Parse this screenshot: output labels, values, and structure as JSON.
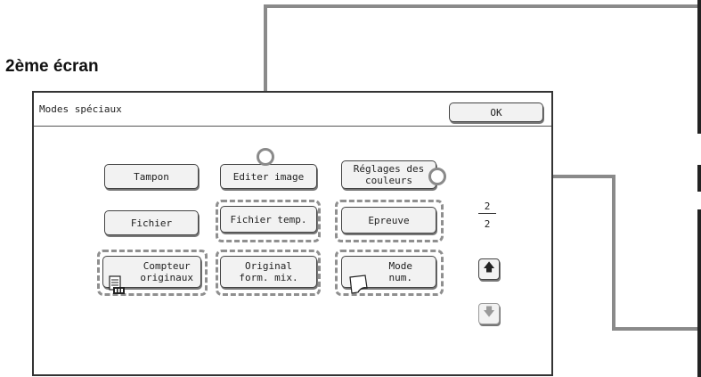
{
  "heading": "2ème écran",
  "screen": {
    "title": "Modes spéciaux",
    "ok_label": "OK"
  },
  "buttons": {
    "tampon": "Tampon",
    "editer_image": "Editer image",
    "reglages_couleurs": "Réglages des\ncouleurs",
    "fichier": "Fichier",
    "fichier_temp": "Fichier temp.",
    "epreuve": "Epreuve",
    "compteur_originaux": "Compteur\noriginaux",
    "original_form_mix": "Original\nform. mix.",
    "mode_num": "Mode\nnum."
  },
  "pagination": {
    "current": "2",
    "total": "2"
  },
  "icons": {
    "up": "arrow-up-icon",
    "down": "arrow-down-icon",
    "counter": "counter-icon",
    "page_curl": "page-curl-icon"
  },
  "colors": {
    "leader": "#8a8a8a",
    "dashed_frame": "#8f8f8f",
    "button_face": "#f2f2f2",
    "disabled_arrow": "#9a9a9a"
  }
}
